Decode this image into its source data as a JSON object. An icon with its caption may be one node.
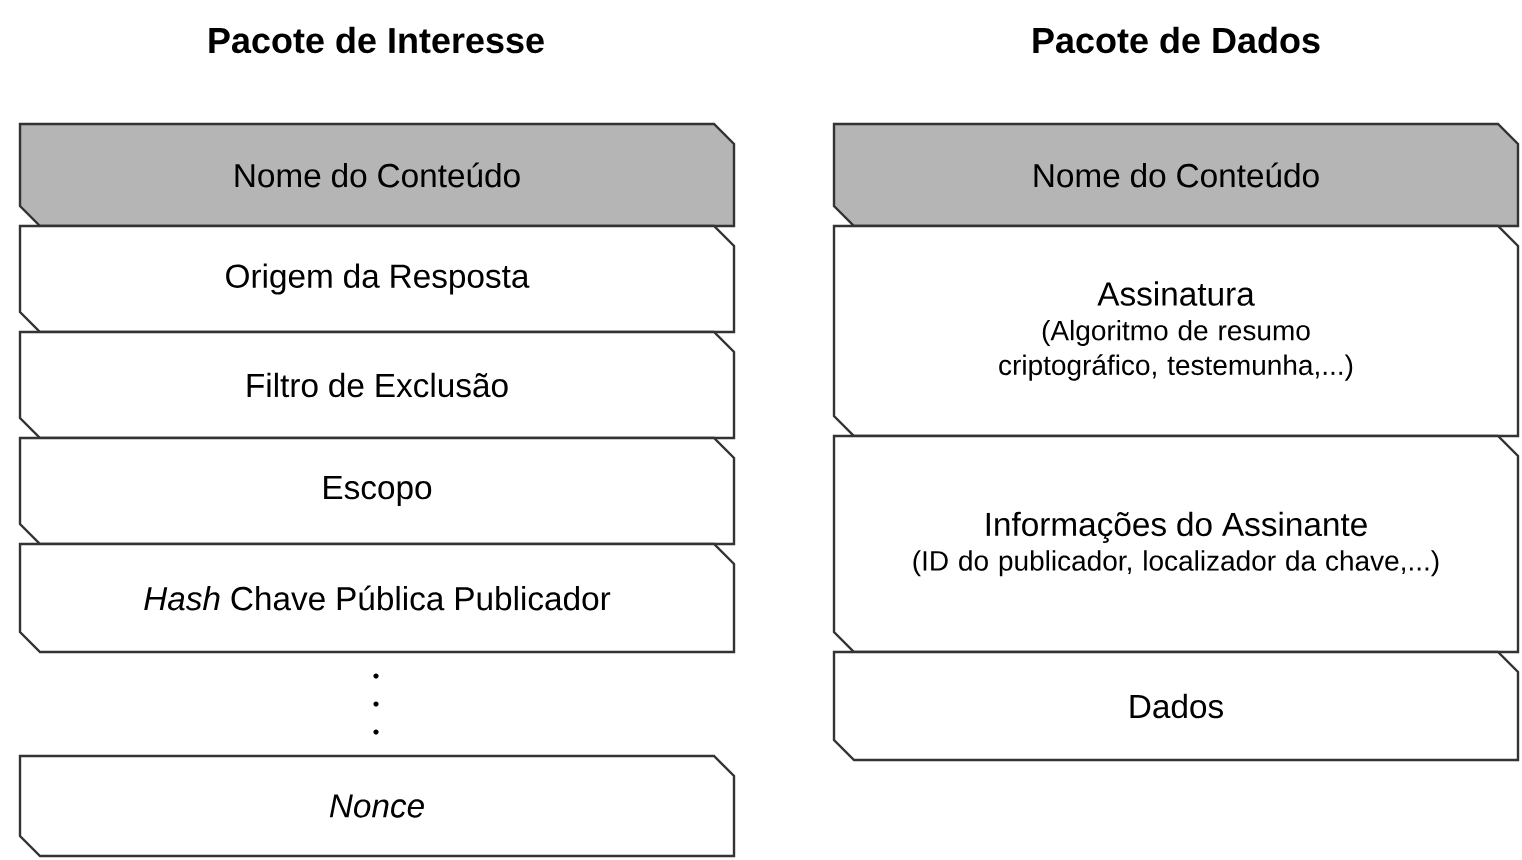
{
  "diagram": {
    "nodes": [
      {
        "text": [
          "Nome do Conteúdo"
        ]
      },
      {
        "text": [
          "Origem da Resposta"
        ]
      },
      {
        "text": [
          "Filtro de Exclusão"
        ]
      },
      {
        "text": [
          "Escopo"
        ]
      },
      {
        "text": [
          "*Hash* Chave Pública Publicador"
        ]
      },
      {
        "text": [
          "Nonce"
        ]
      },
      {
        "text": [
          "Nome do Conteúdo"
        ]
      },
      {
        "text": [
          "Assinatura",
          "(Algoritmo de resumo criptográfico, testemunha,...)"
        ]
      },
      {
        "text": [
          "Informações do Assinante",
          "(ID do publicador, localizador da chave,...)"
        ]
      },
      {
        "text": [
          "Dados"
        ]
      }
    ],
    "labels": [
      "Pacote de Interesse",
      "Pacote de Dados"
    ]
  }
}
